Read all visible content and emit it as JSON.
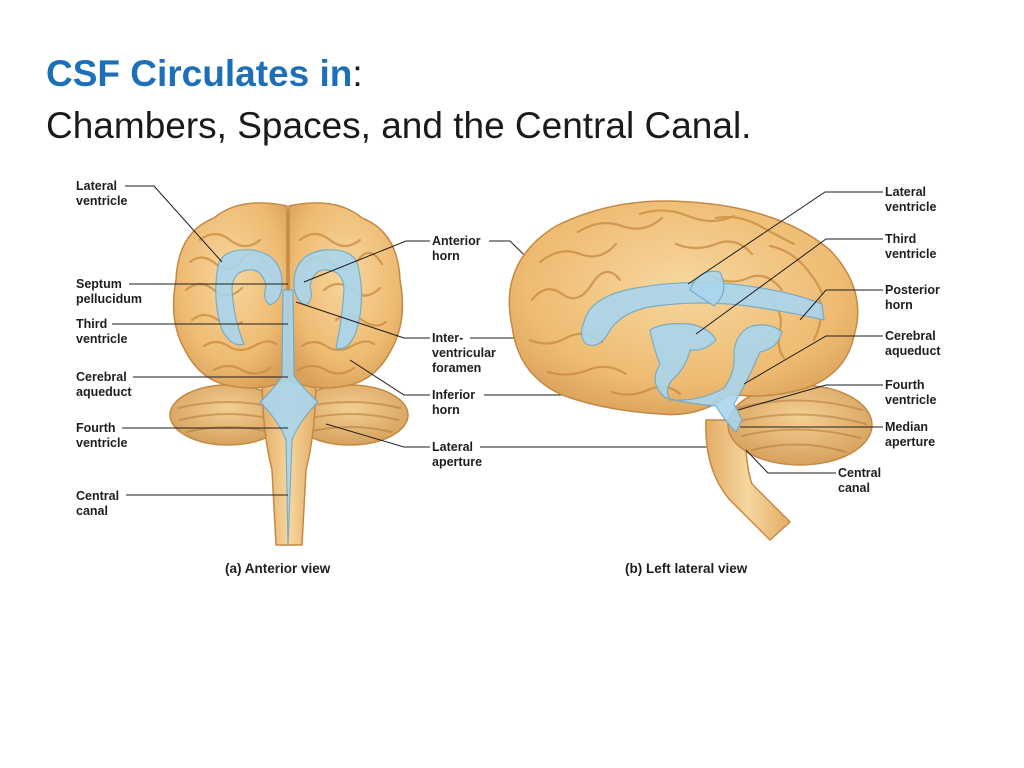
{
  "title": {
    "accent": "CSF Circulates in",
    "colon": ":",
    "subtitle": "Chambers, Spaces, and the Central Canal."
  },
  "anterior": {
    "left_labels": [
      [
        "Lateral",
        "ventricle"
      ],
      [
        "Septum",
        "pellucidum"
      ],
      [
        "Third",
        "ventricle"
      ],
      [
        "Cerebral",
        "aqueduct"
      ],
      [
        "Fourth",
        "ventricle"
      ],
      [
        "Central",
        "canal"
      ]
    ],
    "caption": "(a) Anterior view"
  },
  "middle_labels": [
    [
      "Anterior",
      "horn"
    ],
    [
      "Inter-",
      "ventricular",
      "foramen"
    ],
    [
      "Inferior",
      "horn"
    ],
    [
      "Lateral",
      "aperture"
    ]
  ],
  "lateral": {
    "right_labels": [
      [
        "Lateral",
        "ventricle"
      ],
      [
        "Third",
        "ventricle"
      ],
      [
        "Posterior",
        "horn"
      ],
      [
        "Cerebral",
        "aqueduct"
      ],
      [
        "Fourth",
        "ventricle"
      ],
      [
        "Median",
        "aperture"
      ],
      [
        "Central",
        "canal"
      ]
    ],
    "caption": "(b) Left lateral view"
  },
  "colors": {
    "accent": "#1d6fb7",
    "brain": "#f0c27f",
    "ventricle": "#a9d6ee"
  }
}
